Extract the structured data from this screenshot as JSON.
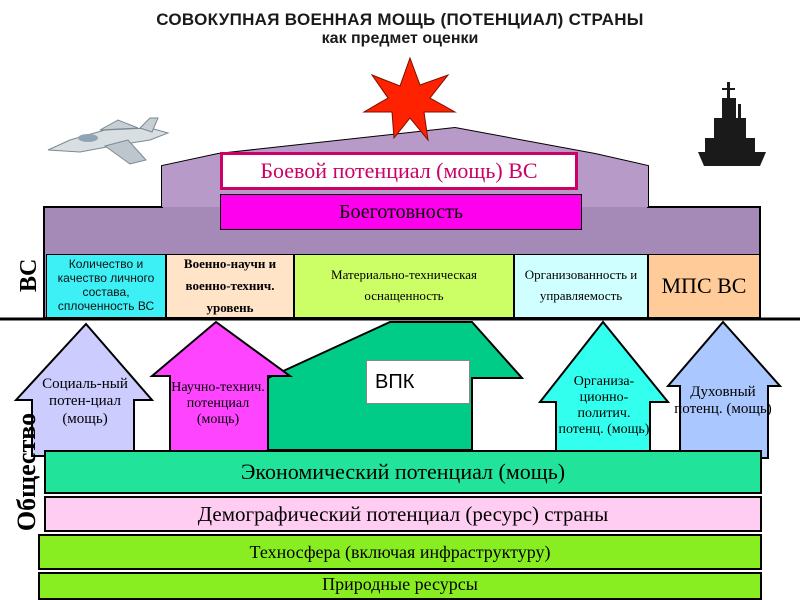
{
  "title": {
    "line1": "СОВОКУПНАЯ ВОЕННАЯ  МОЩЬ (ПОТЕНЦИАЛ)  СТРАНЫ",
    "line2": "как предмет  оценки"
  },
  "side_labels": {
    "vs": "ВС",
    "society": "Общество"
  },
  "top": {
    "combat_potential": "Боевой  потенциал (мощь) ВС",
    "readiness": "Боеготовность"
  },
  "vs_row": [
    {
      "id": "quantity",
      "text": "Количество и  качество личного состава, сплоченность ВС",
      "color": "#3cf0f5"
    },
    {
      "id": "scitech",
      "text": "Военно-научн и военно-технич. уровень",
      "color": "#ffe4c8"
    },
    {
      "id": "material",
      "text": "Материально-техническая оснащенность",
      "color": "#ccff66"
    },
    {
      "id": "organization",
      "text": "Организованность и управляемость",
      "color": "#cfffff"
    },
    {
      "id": "mps",
      "text": "МПС ВС",
      "color": "#ffcc99"
    }
  ],
  "arrows": {
    "social": "Социаль-ный потен-циал (мощь)",
    "scientific": "Научно-технич. потенциал (мощь)",
    "vpk": "ВПК",
    "org_political": "Организа-ционно-политич. потенц. (мощь)",
    "spiritual": "Духовный потенц. (мощь)"
  },
  "bars": {
    "economic": "Экономический  потенциал (мощь)",
    "demographic": "Демографический  потенциал  (ресурс) страны",
    "technosphere": "Техносфера (включая инфраструктуру)",
    "natural": "Природные  ресурсы"
  },
  "colors": {
    "roof": "#a58ab8",
    "combat_border": "#cc0066",
    "readiness": "#ff00ee",
    "social_arrow": "#ccccff",
    "scientific_arrow": "#ff44ff",
    "vpk_arrow": "#00cc88",
    "org_arrow": "#33ffee",
    "spiritual_arrow": "#aac8ff",
    "economic": "#22e39a",
    "demographic": "#ffccf2",
    "technosphere": "#88ee22",
    "natural": "#88ee22",
    "explosion": "#ff2200"
  },
  "icons": [
    "fighter-jet-icon",
    "explosion-icon",
    "warship-icon"
  ]
}
